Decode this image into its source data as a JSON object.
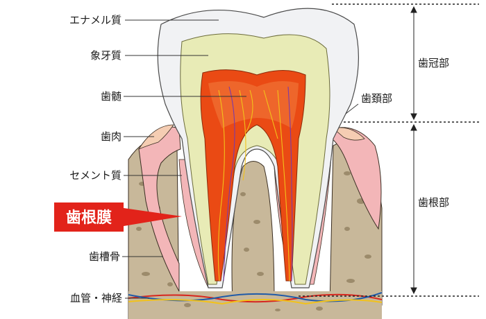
{
  "labels": {
    "enamel": "エナメル質",
    "dentin": "象牙質",
    "pulp": "歯髄",
    "gingiva": "歯肉",
    "cementum": "セメント質",
    "periodontal_ligament": "歯根膜",
    "alveolar_bone": "歯槽骨",
    "vessels_nerves": "血管・神経",
    "crown": "歯冠部",
    "neck": "歯頚部",
    "root": "歯根部"
  },
  "colors": {
    "enamel": "#f1f2f4",
    "dentin": "#e8ebb6",
    "pulp": "#ea4a14",
    "gum": "#f3b6b8",
    "bone": "#c8b89a",
    "highlight": "#e2231a",
    "artery": "#d7261e",
    "vein": "#1f5aa8",
    "nerve": "#f2c21a"
  }
}
